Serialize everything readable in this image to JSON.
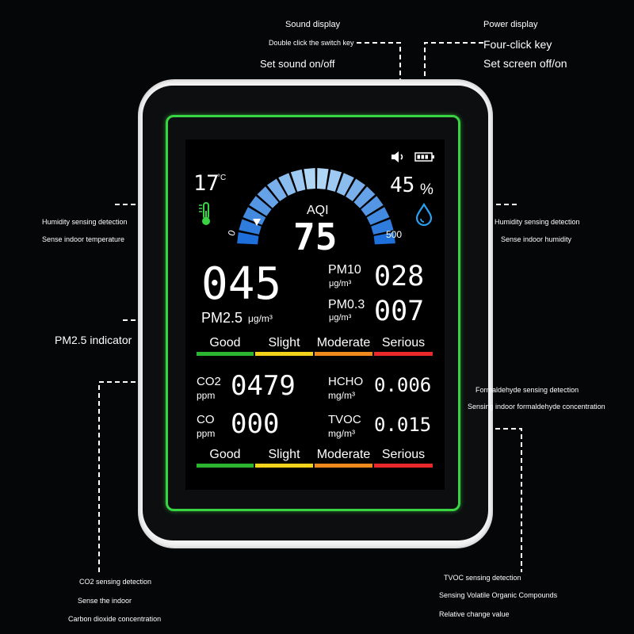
{
  "callouts": {
    "sound_title": "Sound display",
    "sound_key": "Double click the switch key",
    "sound_action": "Set sound on/off",
    "power_title": "Power display",
    "power_key": "Four-click key",
    "power_action": "Set screen off/on",
    "temp_line1": "Humidity sensing detection",
    "temp_line2": "Sense indoor temperature",
    "hum_line1": "Humidity sensing detection",
    "hum_line2": "Sense indoor humidity",
    "pm25_indicator": "PM2.5 indicator",
    "hcho_line1": "Formaldehyde sensing detection",
    "hcho_line2": "Sensing indoor formaldehyde concentration",
    "co2_line1": "CO2 sensing detection",
    "co2_line2": "Sense the indoor",
    "co2_line3": "Carbon dioxide concentration",
    "tvoc_line1": "TVOC sensing detection",
    "tvoc_line2": "Sensing Volatile Organic Compounds",
    "tvoc_line3": "Relative change value"
  },
  "display": {
    "temperature": "17",
    "temperature_unit": "°C",
    "humidity": "45",
    "humidity_unit": "%",
    "aqi_label": "AQI",
    "aqi_value": "75",
    "aqi_min": "0",
    "aqi_max": "500",
    "aqi_scale_max": 500,
    "pm25_value": "045",
    "pm25_label": "PM2.5",
    "pm25_unit": "μg/m³",
    "pm10_label": "PM10",
    "pm10_unit": "μg/m³",
    "pm10_value": "028",
    "pm03_label": "PM0.3",
    "pm03_unit": "μg/m³",
    "pm03_value": "007",
    "co2_label": "CO2",
    "co2_unit": "ppm",
    "co2_value": "0479",
    "hcho_label": "HCHO",
    "hcho_unit": "mg/m³",
    "hcho_value": "0.006",
    "co_label": "CO",
    "co_unit": "ppm",
    "co_value": "000",
    "tvoc_label": "TVOC",
    "tvoc_unit": "mg/m³",
    "tvoc_value": "0.015",
    "levels": [
      "Good",
      "Slight",
      "Moderate",
      "Serious"
    ],
    "level_colors": [
      "#2bb531",
      "#f2d31b",
      "#f08a1c",
      "#e8282b"
    ],
    "gauge_light": "#b8dcf7",
    "gauge_dark": "#1e6fd9",
    "accent_green": "#39d443",
    "drop_color": "#2a9ff0",
    "icons": [
      "speaker-icon",
      "battery-icon",
      "thermometer-icon",
      "water-drop-icon",
      "gauge-pointer-icon"
    ]
  }
}
